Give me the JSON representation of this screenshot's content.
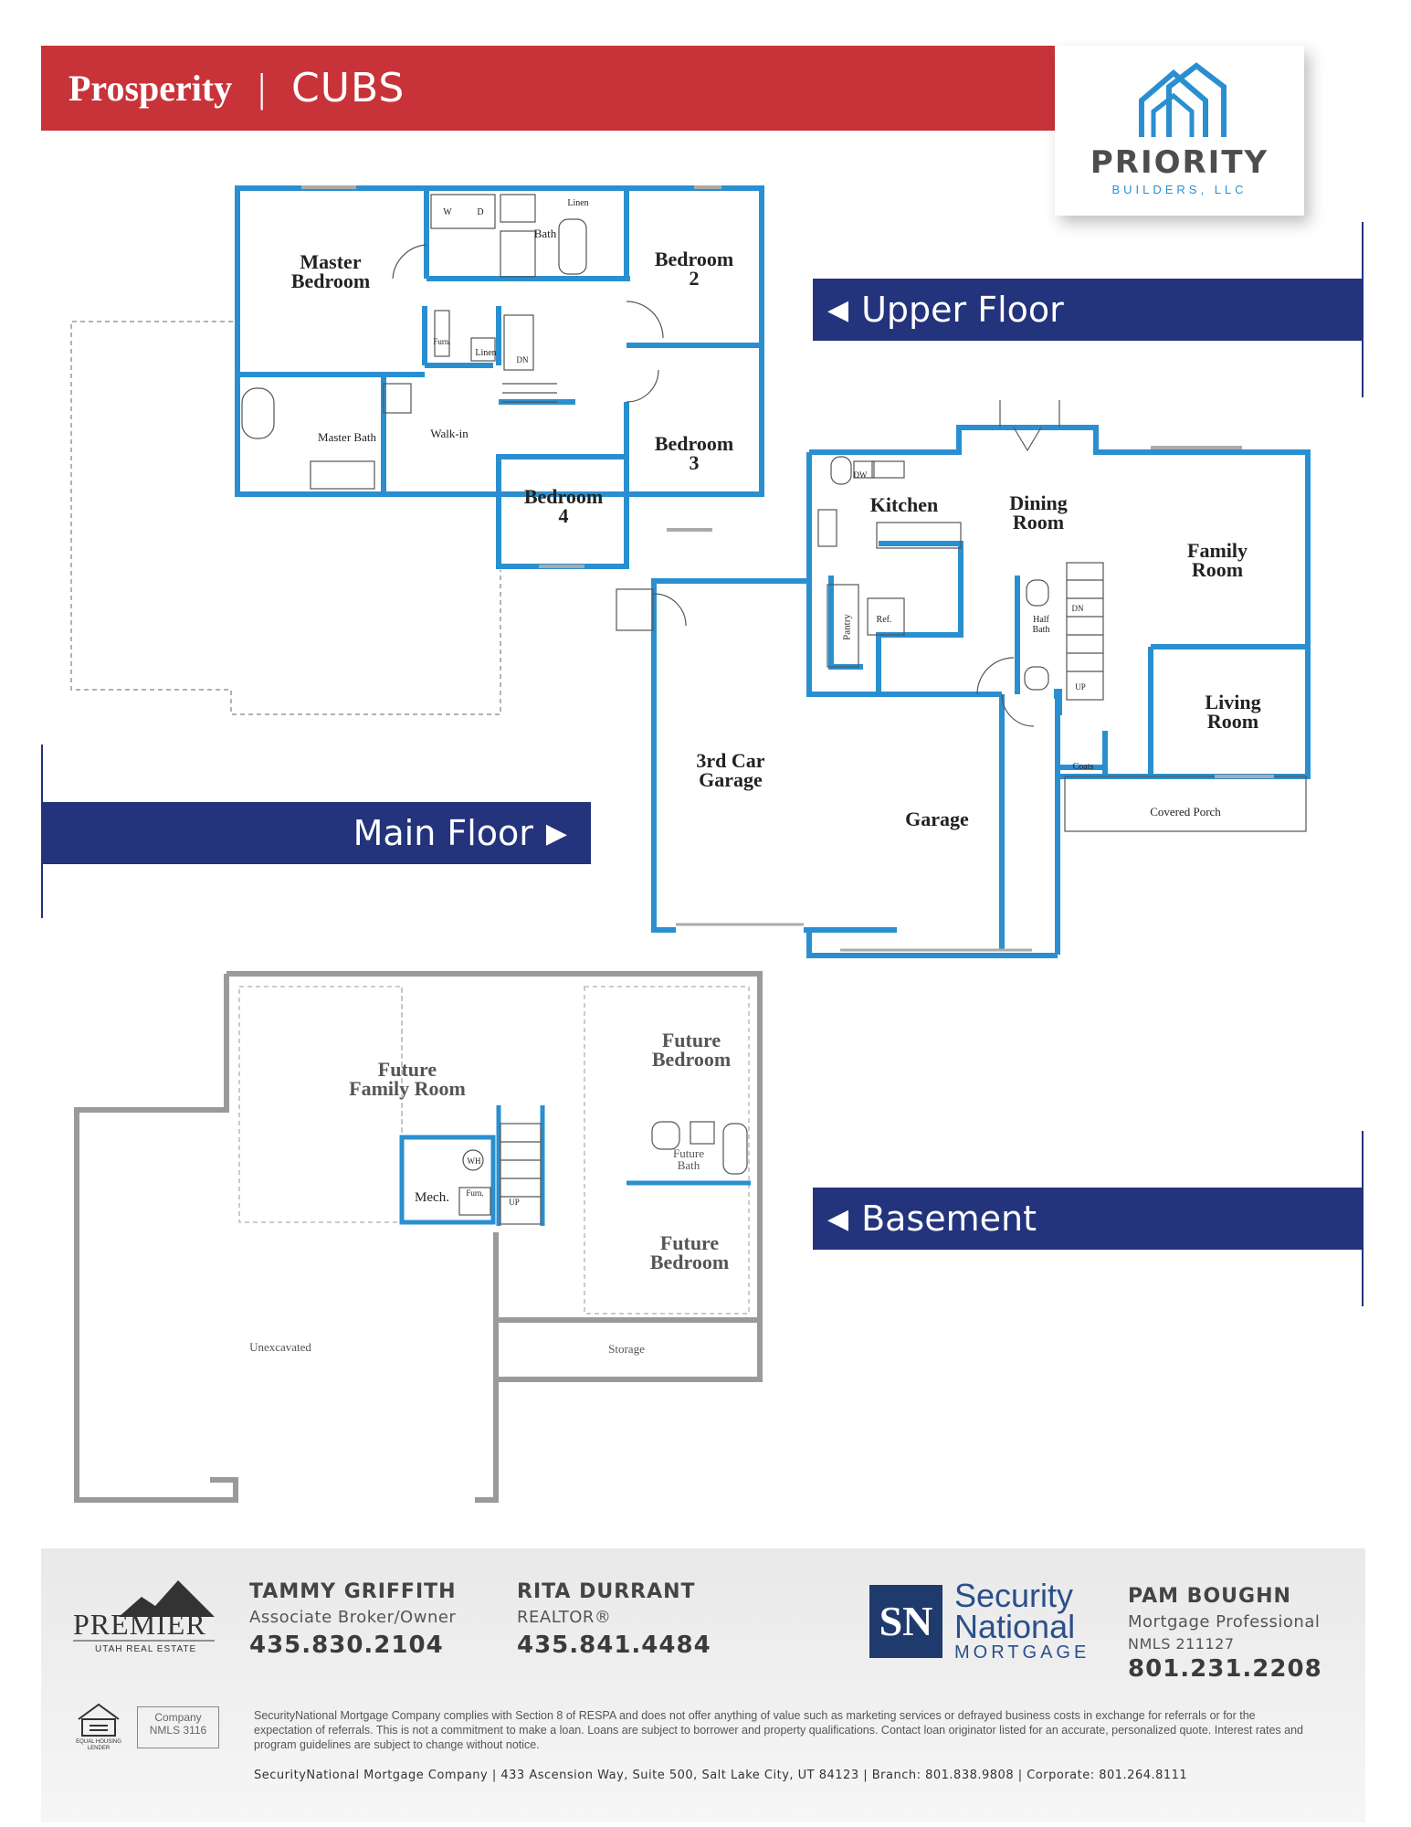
{
  "header": {
    "model_name": "Prosperity",
    "separator": "|",
    "series": "CUBS"
  },
  "builder_logo": {
    "name": "PRIORITY",
    "subtitle": "BUILDERS, LLC"
  },
  "floors": {
    "upper_label": "Upper Floor",
    "main_label": "Main Floor",
    "basement_label": "Basement"
  },
  "rooms": {
    "master_bedroom": "Master\nBedroom",
    "bedroom2": "Bedroom\n2",
    "bedroom3": "Bedroom\n3",
    "bedroom4": "Bedroom\n4",
    "master_bath": "Master Bath",
    "walk_in": "Walk-in",
    "bath": "Bath",
    "linen1": "Linen",
    "linen2": "Linen",
    "washer": "W",
    "dryer": "D",
    "furn_upper": "Furn.",
    "dn_upper": "DN",
    "kitchen": "Kitchen",
    "dining_room": "Dining\nRoom",
    "family_room": "Family\nRoom",
    "living_room": "Living\nRoom",
    "half_bath": "Half\nBath",
    "pantry": "Pantry",
    "ref": "Ref.",
    "dw": "DW",
    "coats": "Coats",
    "covered_porch": "Covered Porch",
    "garage": "Garage",
    "third_car_garage": "3rd Car\nGarage",
    "dn_main": "DN",
    "up_main": "UP",
    "future_family_room": "Future\nFamily Room",
    "future_bedroom1": "Future\nBedroom",
    "future_bedroom2": "Future\nBedroom",
    "future_bath": "Future\nBath",
    "mech": "Mech.",
    "wh": "WH",
    "furn_basement": "Furn.",
    "up_basement": "UP",
    "unexcavated": "Unexcavated",
    "storage": "Storage"
  },
  "agents": [
    {
      "name": "TAMMY GRIFFITH",
      "title": "Associate Broker/Owner",
      "phone": "435.830.2104"
    },
    {
      "name": "RITA DURRANT",
      "title": "REALTOR®",
      "phone": "435.841.4484"
    },
    {
      "name": "PAM BOUGHN",
      "title": "Mortgage Professional",
      "nmls": "NMLS 211127",
      "phone": "801.231.2208"
    }
  ],
  "premier_logo": {
    "word": "PREMIER",
    "sub": "UTAH REAL ESTATE"
  },
  "sn_logo": {
    "mark": "SN",
    "line1": "Security",
    "line2": "National",
    "line3": "MORTGAGE"
  },
  "eho": "EQUAL HOUSING LENDER",
  "company_nmls": {
    "line1": "Company",
    "line2": "NMLS 3116"
  },
  "legal": "SecurityNational Mortgage Company complies with Section 8 of RESPA and does not offer anything of value such as marketing services or defrayed business costs in exchange for referrals or for the expectation of referrals. This is not a commitment to make a loan. Loans are subject to borrower and property qualifications. Contact loan originator listed for an accurate, personalized quote. Interest rates and program guidelines are subject to change without notice.",
  "address_line": "SecurityNational Mortgage Company  |  433 Ascension Way, Suite 500, Salt Lake City, UT 84123  |  Branch: 801.838.9808  |  Corporate: 801.264.8111",
  "colors": {
    "header_red": "#c8333a",
    "label_navy": "#23337c",
    "wall_blue": "#2a8fd0",
    "basement_wall": "#9a9a9a"
  }
}
